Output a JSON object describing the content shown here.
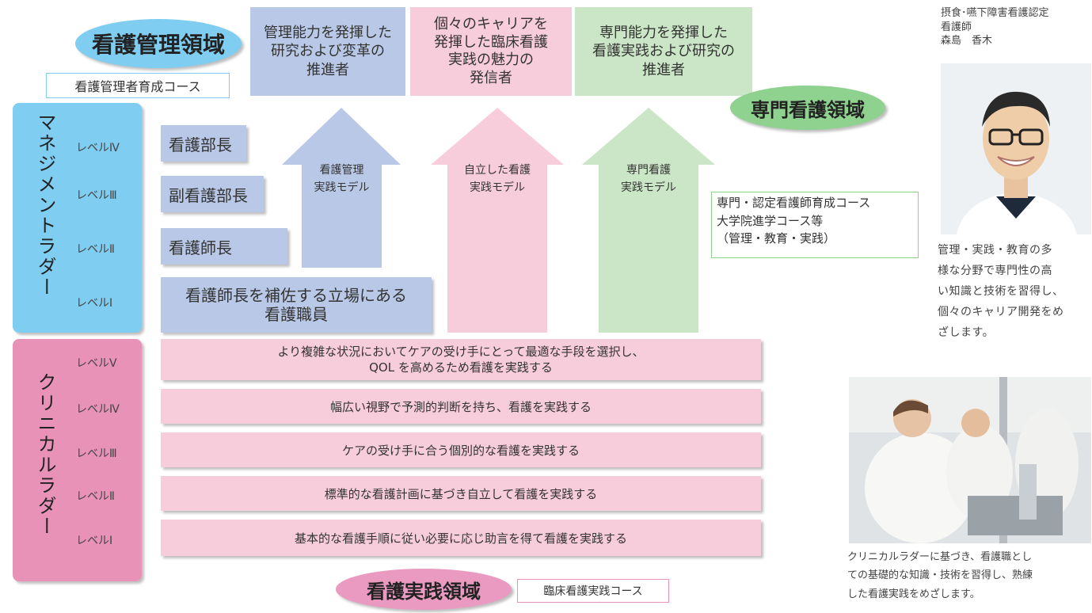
{
  "top": {
    "mgmt_domain": "看護管理領域",
    "mgmt_course": "看護管理者育成コース",
    "goal_1": "管理能力を発揮した\n研究および変革の\n推進者",
    "goal_2": "個々のキャリアを\n発揮した臨床看護\n実践の魅力の\n発信者",
    "goal_3": "専門能力を発揮した\n看護実践および研究の\n推進者",
    "specialty_domain": "専門看護領域"
  },
  "management_ladder": {
    "title": "マネジメントラダー",
    "levels": [
      "レベルⅣ",
      "レベルⅢ",
      "レベルⅡ",
      "レベルⅠ"
    ],
    "roles": [
      "看護部長",
      "副看護部長",
      "看護師長",
      "看護師長を補佐する立場にある\n看護職員"
    ]
  },
  "arrows": {
    "a1": "看護管理\n実践モデル",
    "a2": "自立した看護\n実践モデル",
    "a3": "専門看護\n実践モデル"
  },
  "specialty_course": "専門・認定看護師育成コース\n大学院進学コース等\n（管理・教育・実践）",
  "clinical_ladder": {
    "title": "クリニカルラダー",
    "levels": [
      "レベルⅤ",
      "レベルⅣ",
      "レベルⅢ",
      "レベルⅡ",
      "レベルⅠ"
    ],
    "descriptions": [
      "より複雑な状況においてケアの受け手にとって最適な手段を選択し、\nQOL を高めるため看護を実践する",
      "幅広い視野で予測的判断を持ち、看護を実践する",
      "ケアの受け手に合う個別的な看護を実践する",
      "標準的な看護計画に基づき自立して看護を実践する",
      "基本的な看護手順に従い必要に応じ助言を得て看護を実践する"
    ]
  },
  "bottom": {
    "practice_domain": "看護実践領域",
    "practice_course": "臨床看護実践コース"
  },
  "sidebar": {
    "person_caption": "摂食･嚥下障害看護認定\n看護師\n森島　香木",
    "person_text": "管理・実践・教育の多\n様な分野で専門性の高\nい知識と技術を習得し、\n個々のキャリア開発をめ\nざします。",
    "photo_text": "クリニカルラダーに基づき、看護職とし\nての基礎的な知識・技術を習得し、熟練\nした看護実践をめざします。"
  },
  "colors": {
    "blue": "#b8c8e6",
    "pink": "#f7ccdb",
    "green": "#cbe6c6",
    "ladder_blue": "#7fcdf0",
    "ladder_pink": "#e992b8",
    "oval_blue": "#7fcdf0",
    "oval_green": "#8fd18f",
    "oval_pink": "#ea9ac0"
  }
}
